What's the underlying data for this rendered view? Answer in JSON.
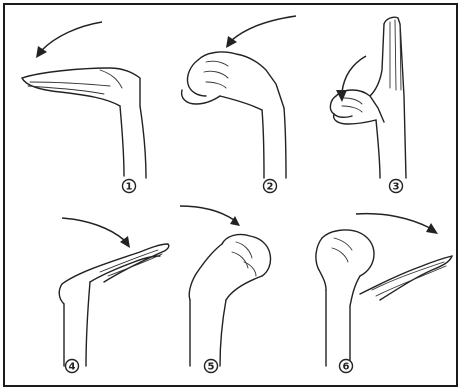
{
  "figure": {
    "steps": [
      {
        "label": "①",
        "digit": "1"
      },
      {
        "label": "②",
        "digit": "2"
      },
      {
        "label": "③",
        "digit": "3"
      },
      {
        "label": "④",
        "digit": "4"
      },
      {
        "label": "⑤",
        "digit": "5"
      },
      {
        "label": "⑥",
        "digit": "6"
      }
    ]
  }
}
